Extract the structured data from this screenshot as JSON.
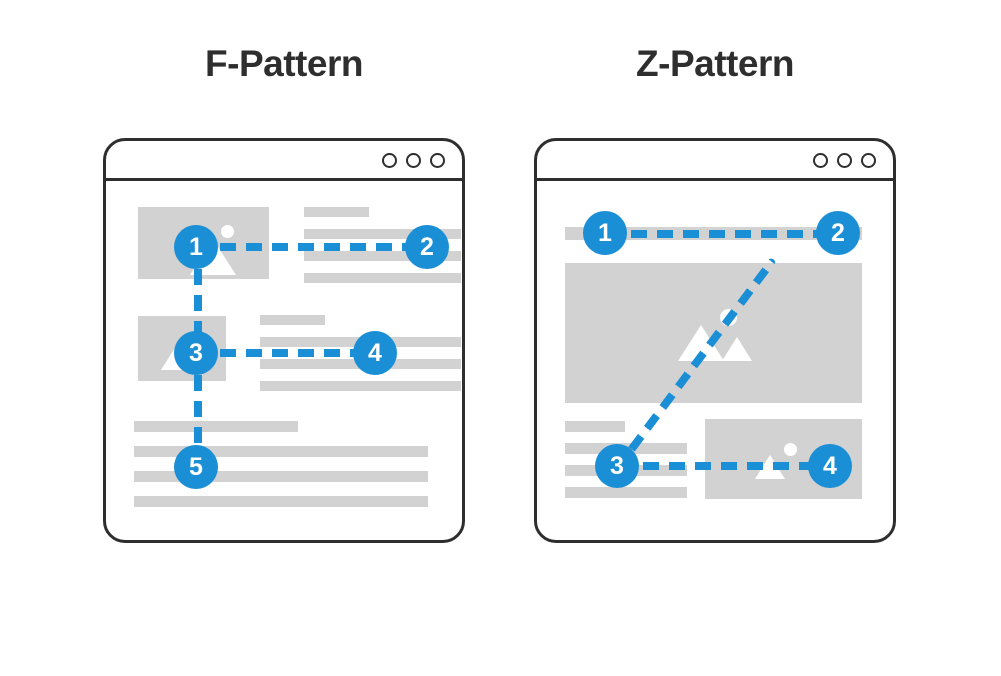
{
  "colors": {
    "accent": "#1b8fd6",
    "frame": "#2e2e2e",
    "placeholder": "#d2d2d2",
    "background": "#ffffff",
    "title": "#2e2e2e"
  },
  "panels": [
    {
      "id": "f-pattern",
      "title": "F-Pattern",
      "window_controls": [
        "dot-1",
        "dot-2",
        "dot-3"
      ],
      "steps": [
        {
          "label": "1"
        },
        {
          "label": "2"
        },
        {
          "label": "3"
        },
        {
          "label": "4"
        },
        {
          "label": "5"
        }
      ]
    },
    {
      "id": "z-pattern",
      "title": "Z-Pattern",
      "window_controls": [
        "dot-1",
        "dot-2",
        "dot-3"
      ],
      "steps": [
        {
          "label": "1"
        },
        {
          "label": "2"
        },
        {
          "label": "3"
        },
        {
          "label": "4"
        }
      ]
    }
  ]
}
